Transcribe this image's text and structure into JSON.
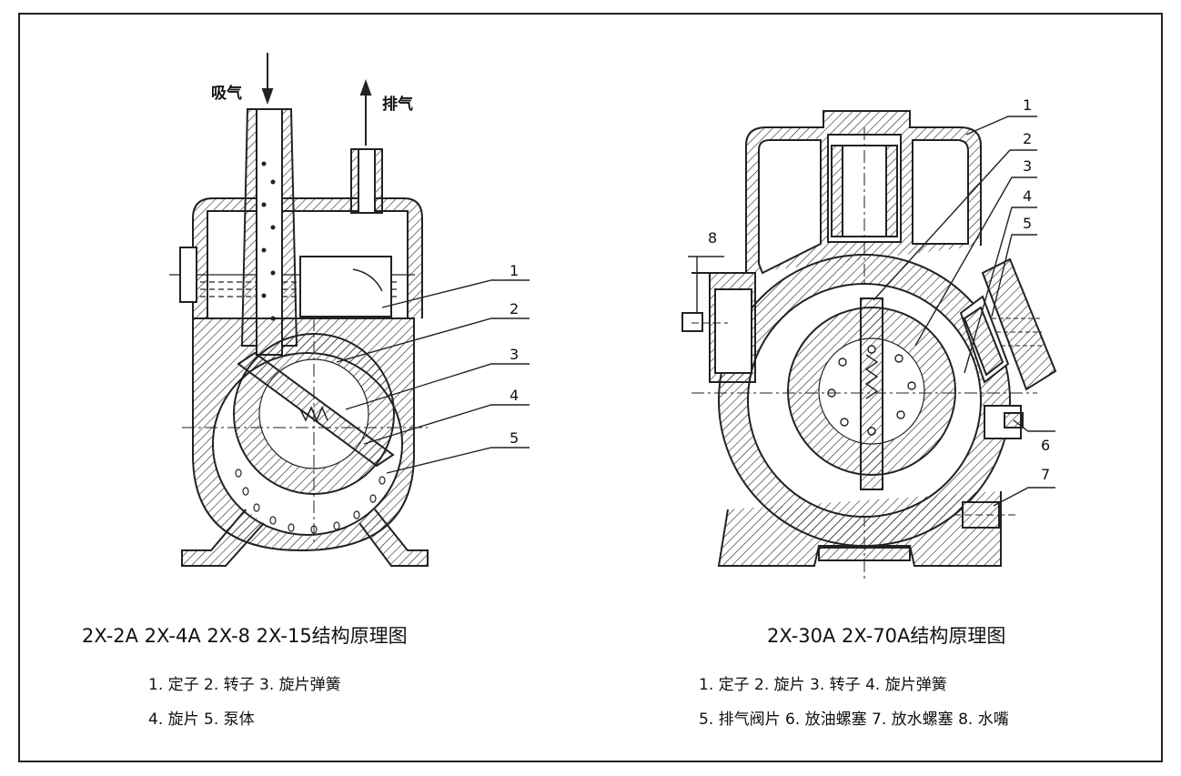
{
  "left": {
    "intake_label": "吸气",
    "exhaust_label": "排气",
    "callouts": [
      "1",
      "2",
      "3",
      "4",
      "5"
    ],
    "title": "2X-2A  2X-4A  2X-8  2X-15结构原理图",
    "legend_line1": "1. 定子   2. 转子   3. 旋片弹簧",
    "legend_line2": "4. 旋片   5. 泵体"
  },
  "right": {
    "callouts": [
      "1",
      "2",
      "3",
      "4",
      "5",
      "6",
      "7",
      "8"
    ],
    "title": "2X-30A  2X-70A结构原理图",
    "legend_line1": "1. 定子   2. 旋片   3. 转子   4. 旋片弹簧",
    "legend_line2": "5. 排气阀片   6. 放油螺塞   7. 放水螺塞   8. 水嘴"
  }
}
